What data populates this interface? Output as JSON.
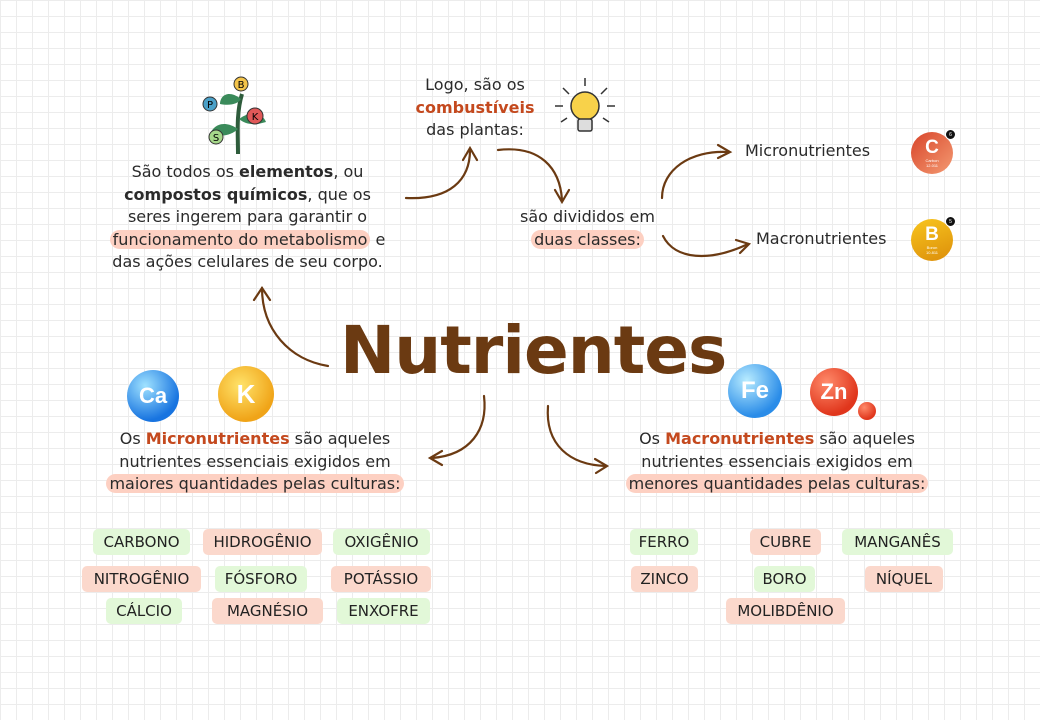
{
  "title": "Nutrientes",
  "definition": {
    "l1a": "São todos os ",
    "l1b": "elementos",
    "l1c": ", ou",
    "l2a": "compostos químicos",
    "l2b": ", que os",
    "l3": "seres ingerem para garantir o",
    "l4a": "funcionamento do metabolismo",
    "l4b": " e",
    "l5": "das ações celulares de seu corpo."
  },
  "fuel": {
    "l1": "Logo, são os",
    "l2": "combustíveis",
    "l3": "das plantas:"
  },
  "classes": {
    "l1": "são divididos em",
    "l2": "duas classes:"
  },
  "branches": {
    "micro": "Micronutrientes",
    "macro": "Macronutrientes"
  },
  "elements": {
    "carbon": {
      "symbol": "C",
      "name": "Carbon",
      "mass": "12.011",
      "number": "6",
      "color": "#e0552c"
    },
    "boron": {
      "symbol": "B",
      "name": "Boron",
      "mass": "10.811",
      "number": "5",
      "color": "#e9a713"
    }
  },
  "plant_labels": [
    "B",
    "P",
    "K",
    "S"
  ],
  "balls": {
    "ca": "Ca",
    "k": "K",
    "fe": "Fe",
    "zn": "Zn"
  },
  "micro_desc": {
    "l1a": "Os ",
    "l1b": "Micronutrientes",
    "l1c": " são aqueles",
    "l2": "nutrientes essenciais exigidos em",
    "l3": "maiores quantidades pelas culturas:"
  },
  "macro_desc": {
    "l1a": "Os ",
    "l1b": "Macronutrientes",
    "l1c": " são aqueles",
    "l2": "nutrientes essenciais exigidos em",
    "l3": "menores quantidades pelas culturas:"
  },
  "micro_list": [
    "CARBONO",
    "HIDROGÊNIO",
    "OXIGÊNIO",
    "NITROGÊNIO",
    "FÓSFORO",
    "POTÁSSIO",
    "CÁLCIO",
    "MAGNÉSIO",
    "ENXOFRE"
  ],
  "macro_list": [
    "FERRO",
    "CUBRE",
    "MANGANÊS",
    "ZINCO",
    "BORO",
    "NÍQUEL",
    "MOLIBDÊNIO"
  ],
  "colors": {
    "brown": "#6b3a12",
    "accent": "#c4491e",
    "green_chip": "#e2f8d8",
    "pink_chip": "#fbd8cc"
  }
}
